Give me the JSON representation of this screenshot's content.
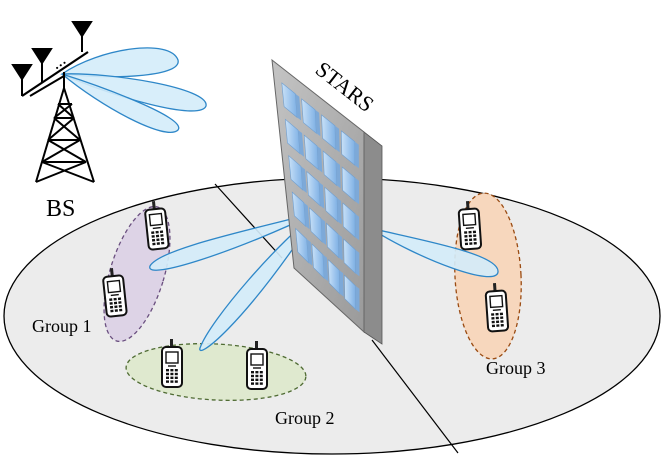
{
  "labels": {
    "bs": "BS",
    "stars": "STARS",
    "group1": "Group 1",
    "group2": "Group 2",
    "group3": "Group 3",
    "antenna_dots": "..."
  },
  "colors": {
    "ground": "#ececec",
    "beam_fill": "#d4ecf9",
    "beam_stroke": "#2e87c8",
    "group1_fill": "#ddd3e6",
    "group1_stroke": "#6a4f7f",
    "group2_fill": "#dfe9cf",
    "group2_stroke": "#4f6b33",
    "group3_fill": "#f7d7bd",
    "group3_stroke": "#9a4b12",
    "stars_frame": "#a9a9a9",
    "stars_element": "#a9cdf0"
  },
  "icons": {
    "base_station": "base-station-tower-icon",
    "antenna": "antenna-icon",
    "phone": "mobile-phone-icon"
  }
}
